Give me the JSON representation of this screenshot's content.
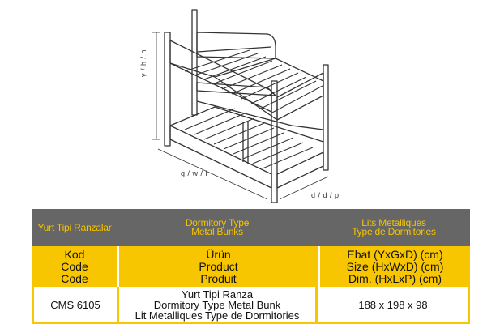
{
  "drawing": {
    "height_label": "y / h / h",
    "width_label": "g / w / l",
    "depth_label": "d / d / p"
  },
  "table": {
    "header": {
      "col1": [
        "Yurt Tipi Ranzalar"
      ],
      "col2": [
        "Dormitory Type",
        "Metal Bunks"
      ],
      "col3": [
        "Lits Metalliques",
        "Type de Dormitories"
      ]
    },
    "labels": {
      "col1": [
        "Kod",
        "Code",
        "Code"
      ],
      "col2": [
        "Ürün",
        "Product",
        "Produit"
      ],
      "col3": [
        "Ebat (YxGxD) (cm)",
        "Size (HxWxD) (cm)",
        "Dim. (HxLxP) (cm)"
      ]
    },
    "row": {
      "code": "CMS 6105",
      "product": [
        "Yurt Tipi Ranza",
        "Dormitory Type Metal Bunk",
        "Lit Metalliques Type de Dormitories"
      ],
      "size": "188 x 198 x 98"
    }
  },
  "colors": {
    "header_bg": "#666666",
    "accent_yellow": "#f8c600",
    "header_text": "#f5c400"
  }
}
